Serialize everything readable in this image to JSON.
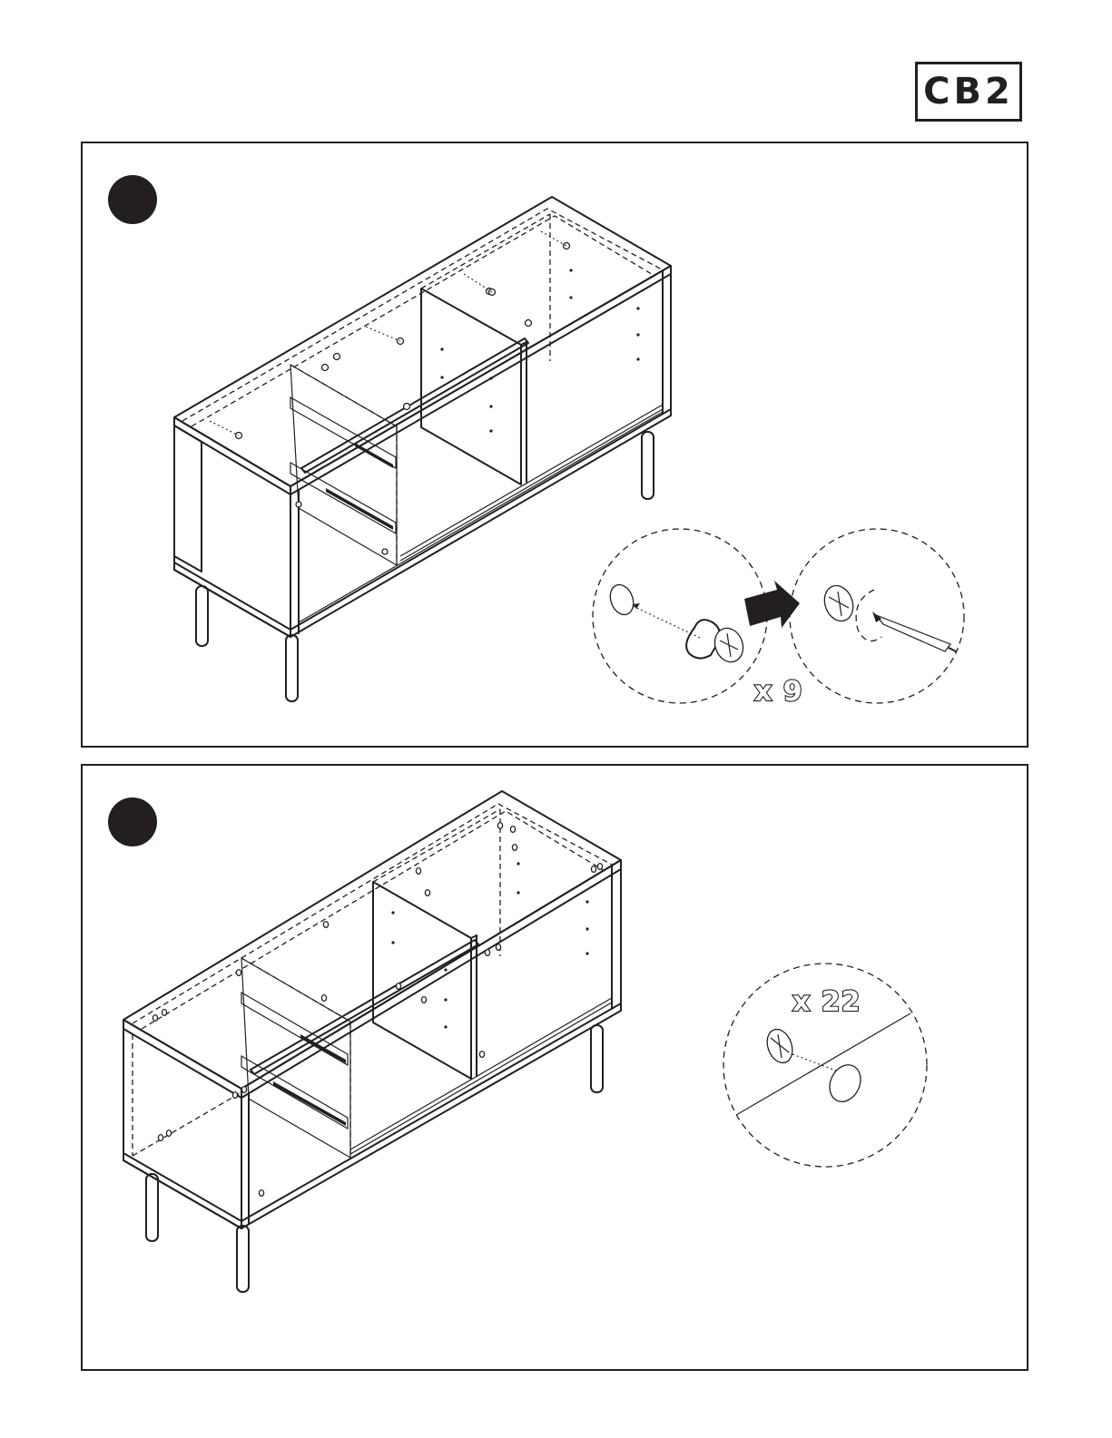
{
  "header": {
    "brand": "CB2"
  },
  "steps": [
    {
      "fastener": {
        "icon": "cam-lock-icon",
        "quantity_label": "x 9"
      }
    },
    {
      "fastener": {
        "icon": "screw-cap-icon",
        "quantity_label": "x 22"
      }
    }
  ],
  "colors": {
    "ink": "#231f20",
    "paper": "#ffffff"
  }
}
